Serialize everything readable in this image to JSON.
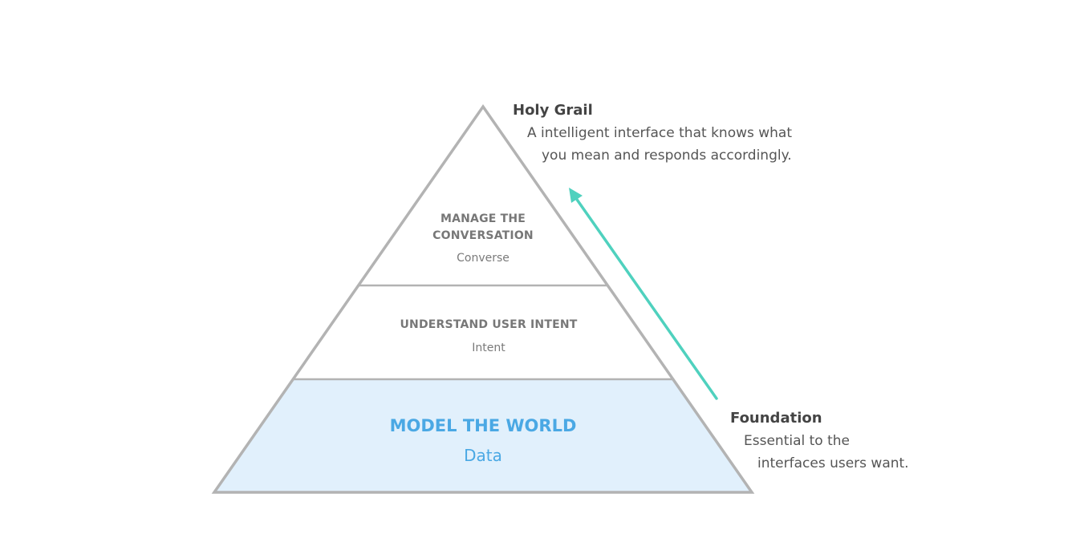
{
  "pyramid": {
    "top_layer": {
      "title_line1": "MANAGE THE",
      "title_line2": "CONVERSATION",
      "subtitle": "Converse"
    },
    "middle_layer": {
      "title": "UNDERSTAND USER INTENT",
      "subtitle": "Intent"
    },
    "base_layer": {
      "title": "MODEL THE WORLD",
      "subtitle": "Data"
    }
  },
  "annotations": {
    "top": {
      "heading": "Holy Grail",
      "line1": "A intelligent interface that knows what",
      "line2": "you mean and responds accordingly."
    },
    "bottom": {
      "heading": "Foundation",
      "line1": "Essential to the",
      "line2": "interfaces users want."
    }
  },
  "colors": {
    "outline": "#b3b3b3",
    "base_fill": "#e1f0fc",
    "accent_text": "#4aa8e4",
    "arrow": "#4fd1be"
  }
}
